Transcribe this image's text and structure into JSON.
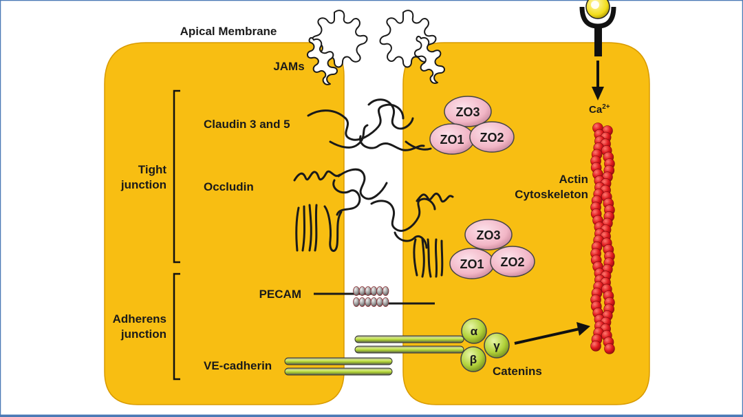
{
  "labels": {
    "apical_membrane": "Apical Membrane",
    "jams": "JAMs",
    "claudin": "Claudin 3 and 5",
    "tight_junction_line1": "Tight",
    "tight_junction_line2": "junction",
    "occludin": "Occludin",
    "pecam": "PECAM",
    "adherens_line1": "Adherens",
    "adherens_line2": "junction",
    "ve_cadherin": "VE-cadherin",
    "catenins": "Catenins",
    "actin_line1": "Actin",
    "actin_line2": "Cytoskeleton",
    "calcium_base": "Ca",
    "calcium_sup": "2+"
  },
  "zo_complex_upper": {
    "zo3": "ZO3",
    "zo1": "ZO1",
    "zo2": "ZO2"
  },
  "zo_complex_lower": {
    "zo3": "ZO3",
    "zo1": "ZO1",
    "zo2": "ZO2"
  },
  "catenin_symbols": {
    "alpha": "α",
    "gamma": "γ",
    "beta": "β"
  },
  "colors": {
    "cell_fill": "#F8BE12",
    "cell_stroke": "#D89A00",
    "zo_fill": "#F2B6C6",
    "actin_red": "#E0191E",
    "cadherin_green": "#B6D93A",
    "catenin_green": "#B2D23A",
    "frame_blue": "#4A79B5"
  }
}
